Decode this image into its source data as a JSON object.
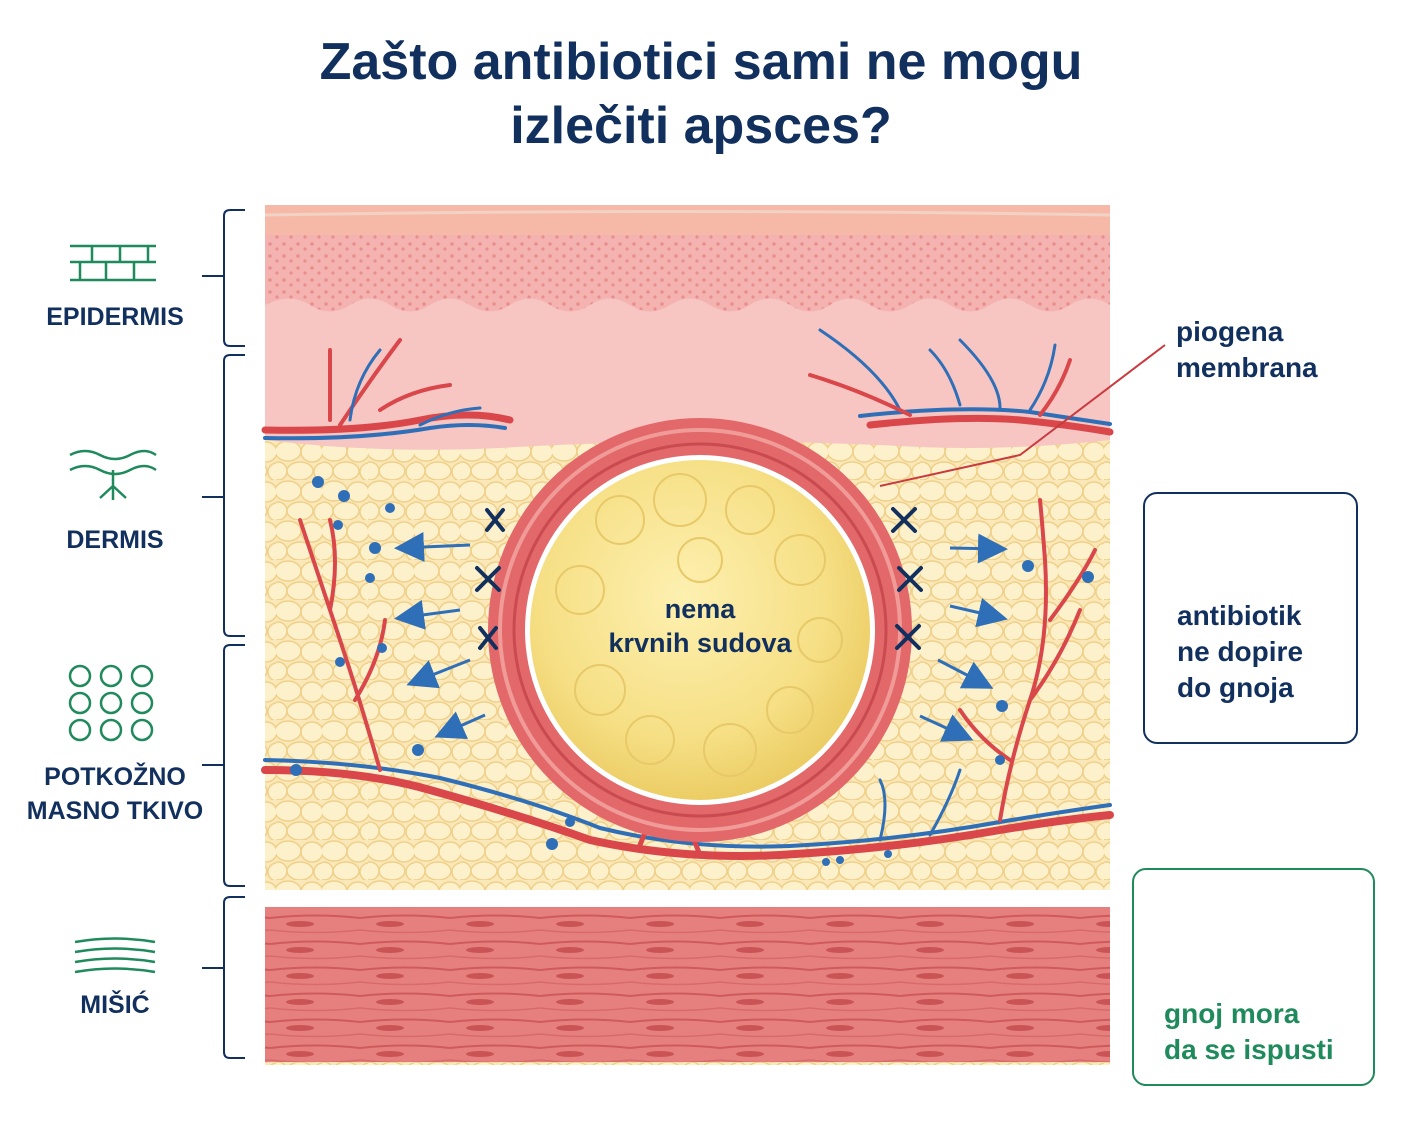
{
  "title": {
    "line1": "Zašto antibiotici sami ne mogu",
    "line2": "izlečiti apsces?"
  },
  "layers": {
    "epidermis": "EPIDERMIS",
    "dermis": "DERMIS",
    "subcutaneous_line1": "POTKOŽNO",
    "subcutaneous_line2": "MASNO TKIVO",
    "muscle": "MIŠIĆ"
  },
  "abscess": {
    "center_line1": "nema",
    "center_line2": "krvnih sudova",
    "membrane_line1": "piogena",
    "membrane_line2": "membrana"
  },
  "info_box": {
    "line1": "antibiotik",
    "line2": "ne dopire",
    "line3": "do gnoja"
  },
  "drain_box": {
    "line1": "gnoj mora",
    "line2": "da se ispusti"
  },
  "colors": {
    "navy": "#12305e",
    "green": "#1f8a5b",
    "artery": "#d9474b",
    "vein": "#2f6fb8",
    "fat": "#fbe7b4",
    "skin": "#f6c9c4",
    "pus": "#f6e08a",
    "muscle": "#e2797a"
  }
}
